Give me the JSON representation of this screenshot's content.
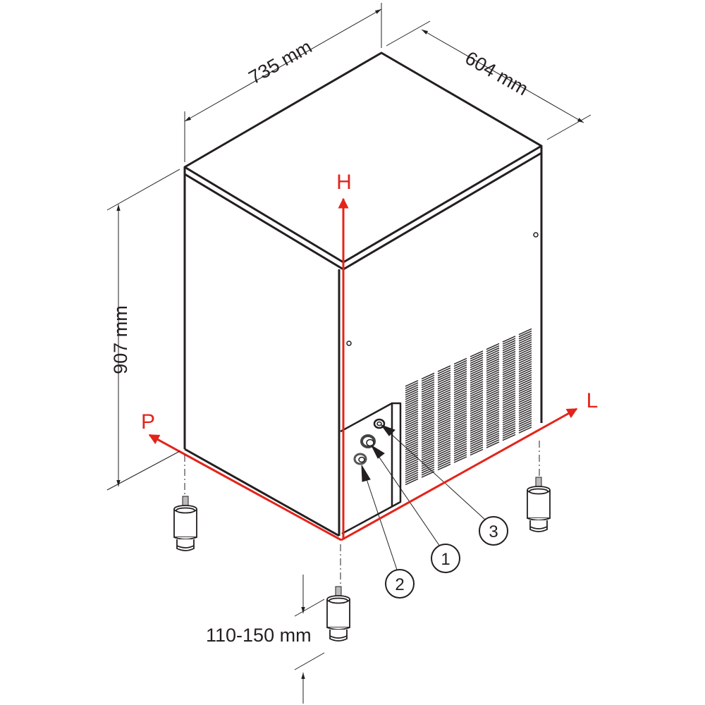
{
  "dimensions": {
    "width": "735 mm",
    "depth": "604 mm",
    "height": "907 mm",
    "feet": "110-150 mm"
  },
  "axes": {
    "height": "H",
    "depth": "P",
    "length": "L"
  },
  "callouts": [
    "1",
    "2",
    "3"
  ],
  "colors": {
    "outline": "#231f20",
    "axis": "#e3241b",
    "background": "#ffffff"
  }
}
